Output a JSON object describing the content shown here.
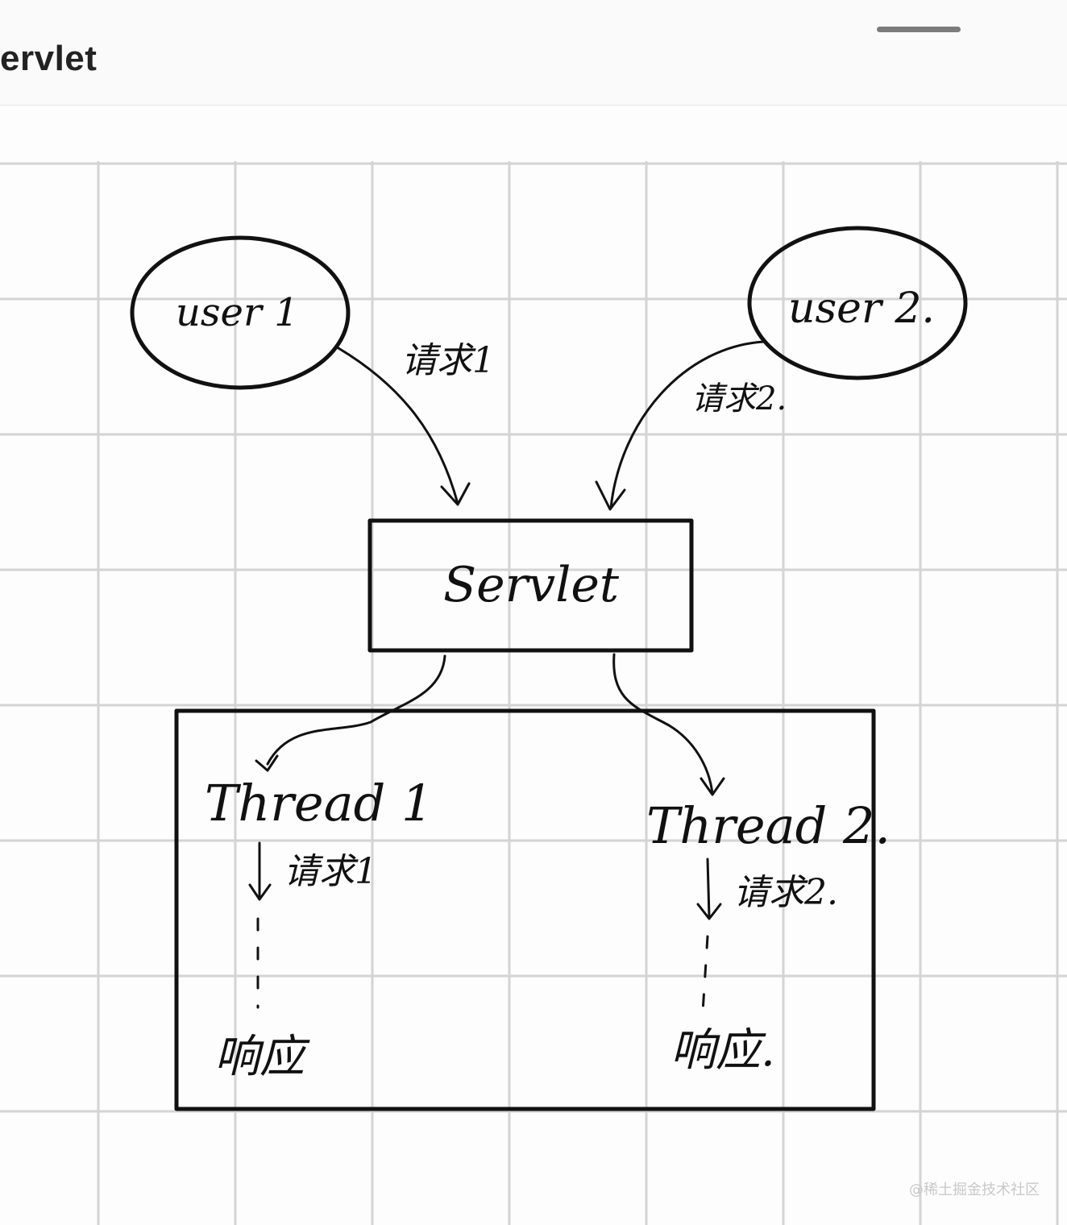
{
  "header": {
    "title": "ervlet"
  },
  "diagram": {
    "users": [
      {
        "label": "user 1"
      },
      {
        "label": "user 2."
      }
    ],
    "requests": [
      {
        "label": "请求1"
      },
      {
        "label": "请求2."
      }
    ],
    "servlet": {
      "label": "Servlet"
    },
    "threads": [
      {
        "label": "Thread 1",
        "step": "请求1",
        "response": "响应"
      },
      {
        "label": "Thread 2.",
        "step": "请求2.",
        "response": "响应."
      }
    ]
  },
  "watermark": "@稀土掘金技术社区"
}
